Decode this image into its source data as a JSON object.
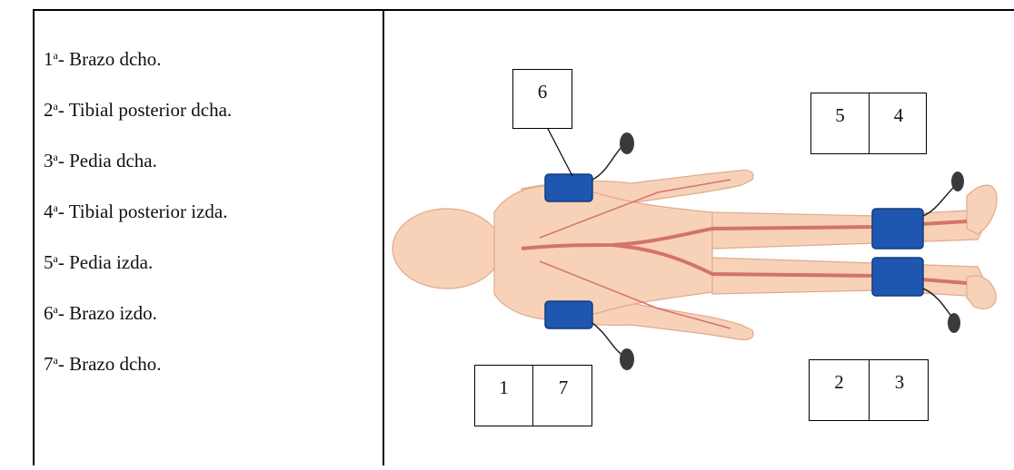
{
  "order_list": {
    "items": [
      {
        "ordinal": "1",
        "suffix": "a",
        "text": "- Brazo dcho."
      },
      {
        "ordinal": "2",
        "suffix": "a",
        "text": "- Tibial posterior dcha."
      },
      {
        "ordinal": "3",
        "suffix": "a",
        "text": "- Pedia  dcha."
      },
      {
        "ordinal": "4",
        "suffix": "a",
        "text": "- Tibial posterior izda."
      },
      {
        "ordinal": "5",
        "suffix": "a",
        "text": "- Pedia izda."
      },
      {
        "ordinal": "6",
        "suffix": "a",
        "text": "- Brazo izdo."
      },
      {
        "ordinal": "7",
        "suffix": "a",
        "text": "- Brazo dcho."
      }
    ]
  },
  "diagram": {
    "box_top_arm": [
      "6"
    ],
    "box_top_leg": [
      "5",
      "4"
    ],
    "box_bottom_arm": [
      "1",
      "7"
    ],
    "box_bottom_leg": [
      "2",
      "3"
    ],
    "colors": {
      "skin": "#f7d2b8",
      "skin_outline": "#e3a98a",
      "artery": "#d4736a",
      "cuff": "#1f56b0",
      "cuff_dark": "#123b80",
      "bulb": "#3a3a3a"
    }
  }
}
